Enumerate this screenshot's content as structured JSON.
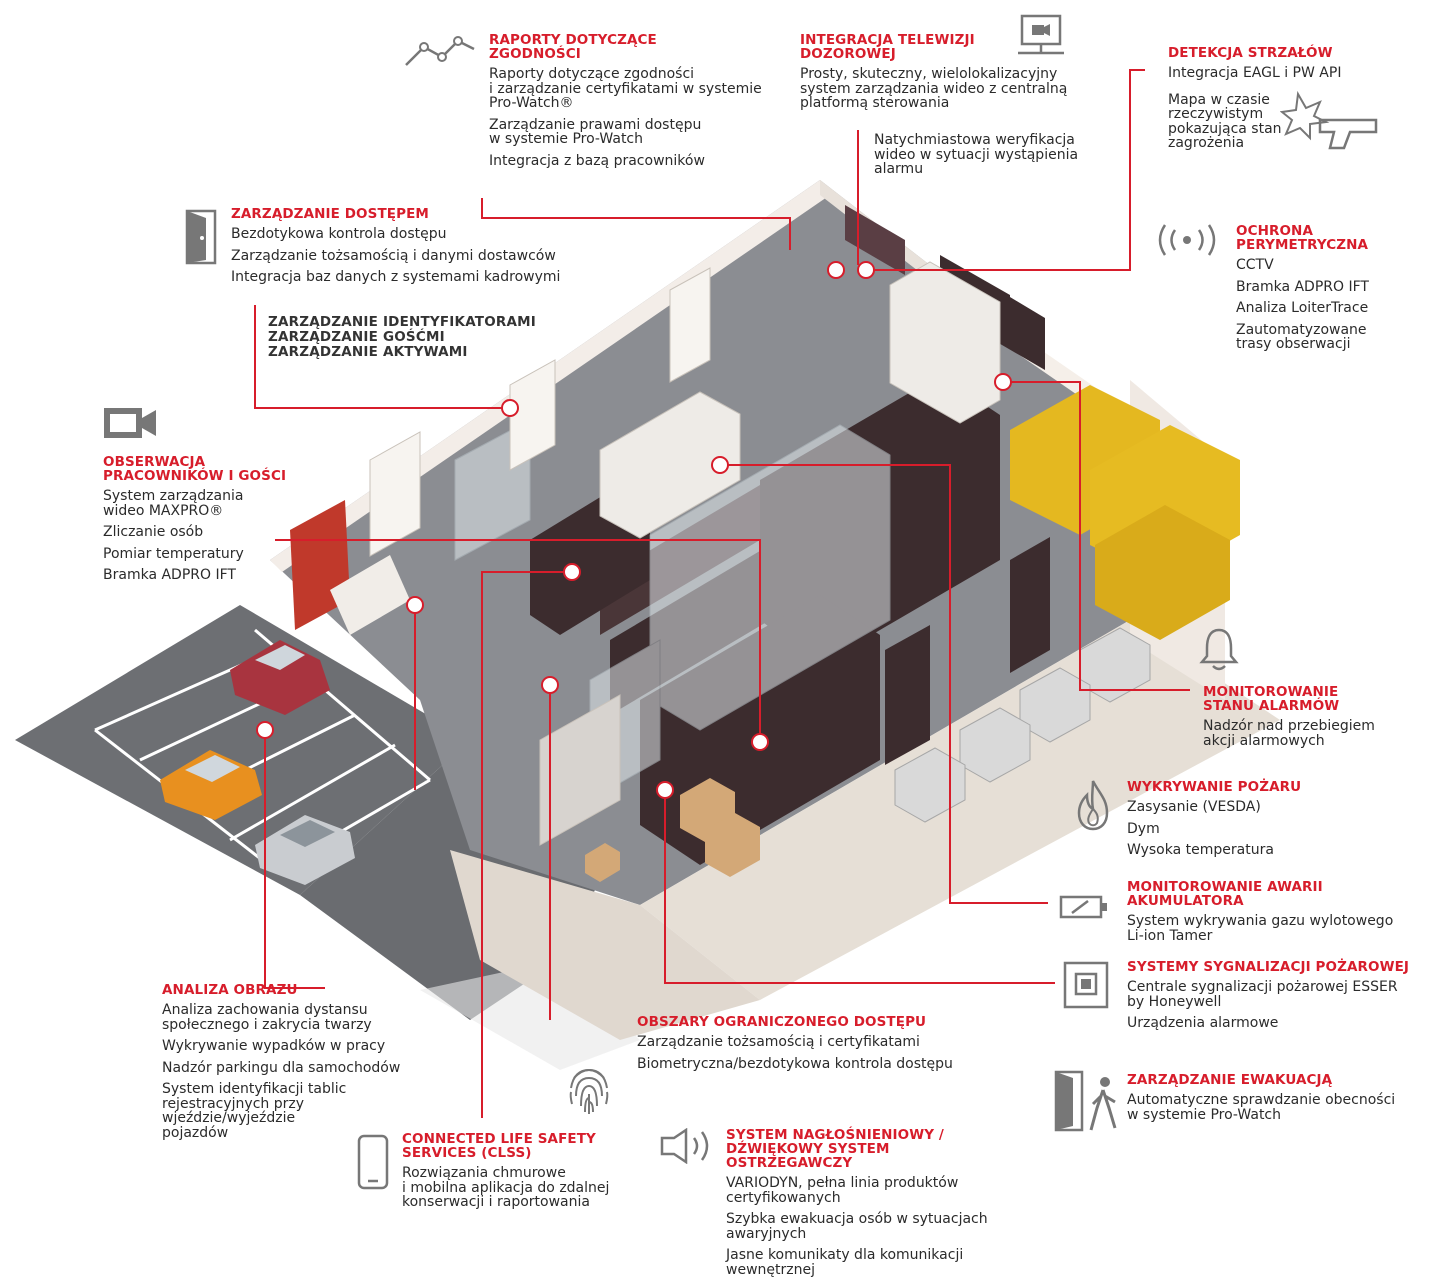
{
  "blocks": [
    {
      "id": "raporty",
      "title": "RAPORTY DOTYCZĄCE\nZGODNOŚCI",
      "items": [
        "Raporty dotyczące zgodności\ni zarządzanie certyfikatami w systemie\nPro-Watch®",
        "Zarządzanie prawami dostępu\nw systemie Pro-Watch",
        "Integracja z bazą pracowników"
      ]
    },
    {
      "id": "cctv",
      "title": "INTEGRACJA TELEWIZJI\nDOZOROWEJ",
      "items": [
        "Prosty, skuteczny, wielolokalizacyjny\nsystem zarządzania wideo z centralną\nplatformą sterowania"
      ]
    },
    {
      "id": "cctv2",
      "title": "",
      "items": [
        "Natychmiastowa weryfikacja\nwideo w sytuacji wystąpienia\nalarmu"
      ]
    },
    {
      "id": "strzaly",
      "title": "DETEKCJA STRZAŁÓW",
      "items": [
        "Integracja EAGL i PW API",
        "Mapa w czasie\nrzeczywistym\npokazująca stan\nzagrożenia"
      ]
    },
    {
      "id": "dostep",
      "title": "ZARZĄDZANIE DOSTĘPEM",
      "items": [
        "Bezdotykowa kontrola dostępu",
        "Zarządzanie tożsamością i danymi dostawców",
        "Integracja baz danych z systemami kadrowymi"
      ]
    },
    {
      "id": "perymetr",
      "title": "OCHRONA\nPERYMETRYCZNA",
      "items": [
        "CCTV",
        "Bramka ADPRO IFT",
        "Analiza LoiterTrace",
        "Zautomatyzowane\ntrasy obserwacji"
      ]
    },
    {
      "id": "obserwacja",
      "title": "OBSERWACJA\nPRACOWNIKÓW I GOŚCI",
      "items": [
        "System zarządzania\nwideo MAXPRO®",
        "Zliczanie osób",
        "Pomiar temperatury",
        "Bramka ADPRO IFT"
      ]
    },
    {
      "id": "alarmy",
      "title": "MONITOROWANIE\nSTANU ALARMÓW",
      "items": [
        "Nadzór nad przebiegiem\nakcji alarmowych"
      ]
    },
    {
      "id": "pozar",
      "title": "WYKRYWANIE POŻARU",
      "items": [
        "Zasysanie (VESDA)",
        "Dym",
        "Wysoka temperatura"
      ]
    },
    {
      "id": "akumulator",
      "title": "MONITOROWANIE AWARII\nAKUMULATORA",
      "items": [
        "System wykrywania gazu wylotowego\nLi-ion Tamer"
      ]
    },
    {
      "id": "sygnalizacja",
      "title": "SYSTEMY SYGNALIZACJI POŻAROWEJ",
      "items": [
        "Centrale sygnalizacji pożarowej ESSER\nby Honeywell",
        "Urządzenia alarmowe"
      ]
    },
    {
      "id": "ewakuacja",
      "title": "ZARZĄDZANIE EWAKUACJĄ",
      "items": [
        "Automatyczne sprawdzanie obecności\nw systemie Pro-Watch"
      ]
    },
    {
      "id": "analiza",
      "title": "ANALIZA OBRAZU",
      "items": [
        "Analiza zachowania dystansu\nspołecznego i zakrycia twarzy",
        "Wykrywanie wypadków w pracy",
        "Nadzór parkingu dla samochodów",
        "System identyfikacji tablic\nrejestracyjnych przy\nwjeździe/wyjeździe\npojazdów"
      ]
    },
    {
      "id": "obszary",
      "title": "OBSZARY OGRANICZONEGO DOSTĘPU",
      "items": [
        "Zarządzanie tożsamością i certyfikatami",
        "Biometryczna/bezdotykowa kontrola dostępu"
      ]
    },
    {
      "id": "clss",
      "title": "CONNECTED LIFE SAFETY\nSERVICES (CLSS)",
      "items": [
        "Rozwiązania chmurowe\ni mobilna aplikacja do zdalnej\nkonserwacji i raportowania"
      ]
    },
    {
      "id": "naglosnienie",
      "title": "SYSTEM NAGŁOŚNIENIOWY /\nDŹWIĘKOWY SYSTEM\nOSTRZEGAWCZY",
      "items": [
        "VARIODYN, pełna linia produktów\ncertyfikowanych",
        "Szybka ewakuacja osób w sytuacjach\nawaryjnych",
        "Jasne komunikaty dla komunikacji\nwewnętrznej"
      ]
    }
  ],
  "id_block": {
    "lines": [
      "ZARZĄDZANIE IDENTYFIKATORAMI",
      "ZARZĄDZANIE GOŚĆMI",
      "ZARZĄDZANIE AKTYWAMI"
    ]
  },
  "colors": {
    "accent": "#d71d2b",
    "text": "#2b2b2b",
    "icon": "#777777"
  },
  "icons": [
    "trend-line-icon",
    "monitor-camera-icon",
    "gun-burst-icon",
    "door-icon",
    "wireless-signal-icon",
    "video-camera-icon",
    "bell-icon",
    "flame-icon",
    "battery-icon",
    "fire-panel-icon",
    "exit-door-person-icon",
    "fingerprint-icon",
    "smartphone-icon",
    "speaker-icon"
  ]
}
